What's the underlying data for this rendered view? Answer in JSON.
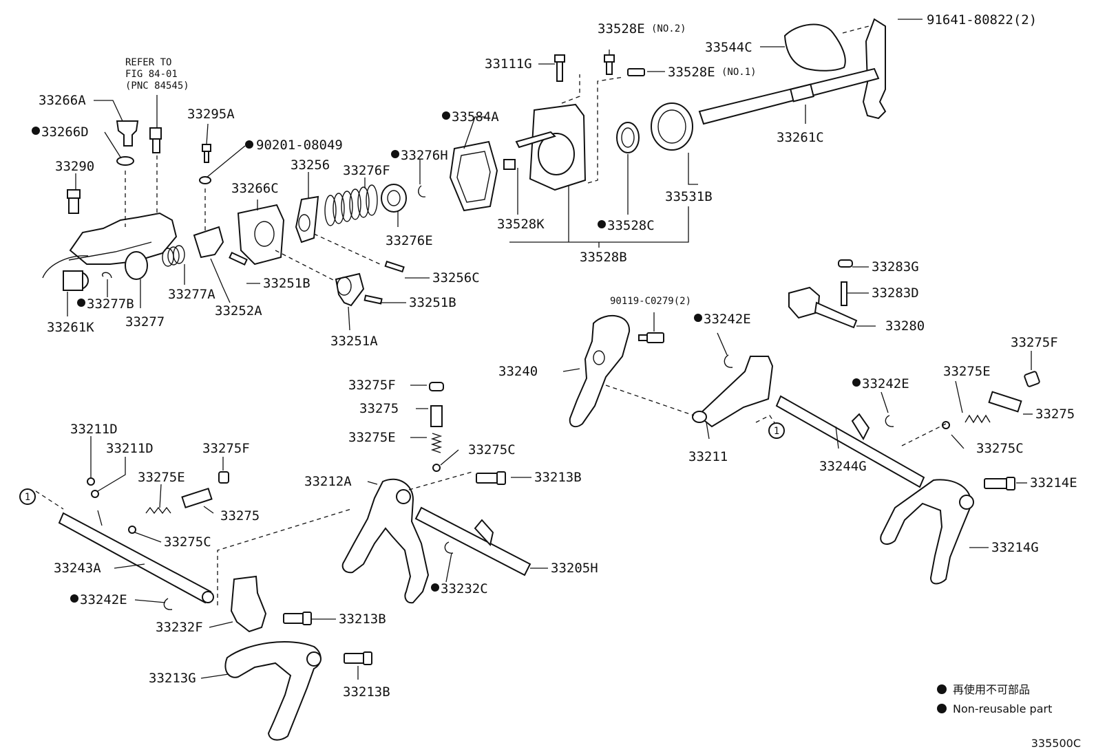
{
  "figure_code": "335500C",
  "legend": {
    "jp": "再使用不可部品",
    "en": "Non-reusable part"
  },
  "refer": {
    "line1": "REFER TO",
    "line2": "FIG 84-01",
    "line3": "(PNC 84545)"
  },
  "ref_marker": "1",
  "labels": {
    "p91641": "91641-80822(2)",
    "p33544C": "33544C",
    "p33528E2": "33528E",
    "p33528E2_note": "(NO.2)",
    "p33528E1": "33528E",
    "p33528E1_note": "(NO.1)",
    "p33111G": "33111G",
    "p33584A": "33584A",
    "p33276H": "33276H",
    "p33261C": "33261C",
    "p33531B": "33531B",
    "p33528K": "33528K",
    "p33528C": "33528C",
    "p33528B": "33528B",
    "p33266A": "33266A",
    "p33266D": "33266D",
    "p33290": "33290",
    "p33295A": "33295A",
    "p90201": "90201-08049",
    "p33266C": "33266C",
    "p33256": "33256",
    "p33276F": "33276F",
    "p33276E": "33276E",
    "p33256C": "33256C",
    "p33251B_a": "33251B",
    "p33251B_b": "33251B",
    "p33251A": "33251A",
    "p33261K": "33261K",
    "p33277B": "33277B",
    "p33277": "33277",
    "p33277A": "33277A",
    "p33252A": "33252A",
    "p33283G": "33283G",
    "p33283D": "33283D",
    "p33280": "33280",
    "p90119": "90119-C0279(2)",
    "p33242E_a": "33242E",
    "p33240": "33240",
    "p33211": "33211",
    "p33242E_b": "33242E",
    "p33244G": "33244G",
    "p33275F_r": "33275F",
    "p33275E_r": "33275E",
    "p33275_r": "33275",
    "p33275C_r": "33275C",
    "p33214E": "33214E",
    "p33214G": "33214G",
    "p33275F_m": "33275F",
    "p33275_m": "33275",
    "p33275E_m": "33275E",
    "p33275C_m": "33275C",
    "p33212A": "33212A",
    "p33213B_a": "33213B",
    "p33205H": "33205H",
    "p33232C": "33232C",
    "p33213B_b": "33213B",
    "p33213B_c": "33213B",
    "p33232F": "33232F",
    "p33213G": "33213G",
    "p33211D_a": "33211D",
    "p33211D_b": "33211D",
    "p33275F_l": "33275F",
    "p33275E_l": "33275E",
    "p33275_l": "33275",
    "p33275C_l": "33275C",
    "p33243A": "33243A",
    "p33242E_c": "33242E"
  }
}
